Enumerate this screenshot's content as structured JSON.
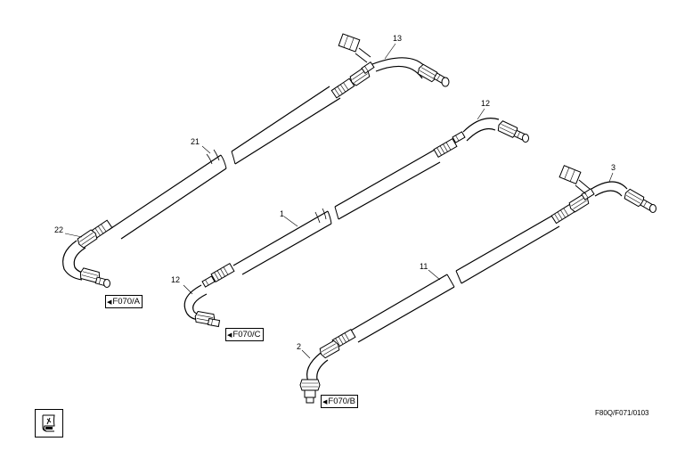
{
  "callouts": {
    "label_13": "13",
    "label_21": "21",
    "label_22": "22",
    "label_12_top": "12",
    "label_1": "1",
    "label_12_bottom": "12",
    "label_3": "3",
    "label_11": "11",
    "label_2": "2"
  },
  "references": {
    "ref_a": "F070/A",
    "ref_c": "F070/C",
    "ref_b": "F070/B"
  },
  "document_code": "F80Q/F071/0103",
  "icons": {
    "arrow": "left-pointing-triangle",
    "manual": "manual-book-icon"
  }
}
